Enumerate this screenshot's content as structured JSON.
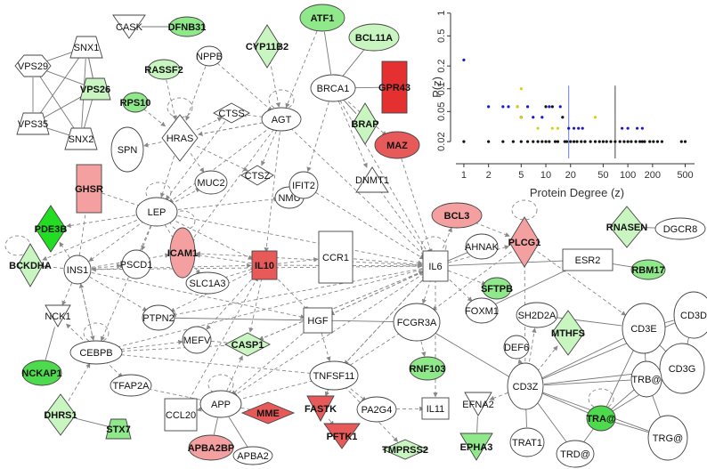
{
  "colors": {
    "node_white": "#ffffff",
    "node_light_green": "#c8f5c0",
    "node_mid_green": "#8fe88a",
    "node_green": "#4ddb4d",
    "node_strong_green": "#22dd22",
    "node_light_red": "#f4a0a0",
    "node_red": "#e85a5a",
    "node_strong_red": "#e43030",
    "edge": "#888888",
    "edge_solid": "#777777",
    "scatter_blue": "#1a1acc",
    "scatter_black": "#111111",
    "scatter_yellow": "#d8d010",
    "vline_blue": "#6a7ae8",
    "vline_black": "#444444"
  },
  "nodes": [
    {
      "id": "CASK",
      "label": "CASK",
      "shape": "tri_down",
      "color": "white",
      "bold": false
    },
    {
      "id": "DFNB31",
      "label": "DFNB31",
      "shape": "ellipse",
      "color": "mid_green",
      "bold": true
    },
    {
      "id": "SNX1",
      "label": "SNX1",
      "shape": "trapezoid",
      "color": "white",
      "bold": false
    },
    {
      "id": "VPS29",
      "label": "VPS29",
      "shape": "hexagon",
      "color": "white",
      "bold": false
    },
    {
      "id": "VPS26",
      "label": "VPS26",
      "shape": "trapezoid",
      "color": "light_green",
      "bold": true
    },
    {
      "id": "VPS35",
      "label": "VPS35",
      "shape": "trapezoid",
      "color": "white",
      "bold": false
    },
    {
      "id": "SNX2",
      "label": "SNX2",
      "shape": "trapezoid",
      "color": "white",
      "bold": false
    },
    {
      "id": "RASSF2",
      "label": "RASSF2",
      "shape": "ellipse",
      "color": "light_green",
      "bold": true
    },
    {
      "id": "RPS10",
      "label": "RPS10",
      "shape": "ellipse",
      "color": "mid_green",
      "bold": true
    },
    {
      "id": "NPPB",
      "label": "NPPB",
      "shape": "ellipse",
      "color": "white",
      "bold": false
    },
    {
      "id": "CYP11B2",
      "label": "CYP11B2",
      "shape": "diamond",
      "color": "light_green",
      "bold": true
    },
    {
      "id": "ATF1",
      "label": "ATF1",
      "shape": "ellipse",
      "color": "mid_green",
      "bold": true
    },
    {
      "id": "BCL11A",
      "label": "BCL11A",
      "shape": "ellipse",
      "color": "light_green",
      "bold": true
    },
    {
      "id": "GPR43",
      "label": "GPR43",
      "shape": "rect",
      "color": "strong_red",
      "bold": true
    },
    {
      "id": "BRCA1",
      "label": "BRCA1",
      "shape": "ellipse",
      "color": "white",
      "bold": false
    },
    {
      "id": "CTSS",
      "label": "CTSS",
      "shape": "diamond",
      "color": "white",
      "bold": false
    },
    {
      "id": "AGT",
      "label": "AGT",
      "shape": "ellipse",
      "color": "white",
      "bold": false
    },
    {
      "id": "BRAP",
      "label": "BRAP",
      "shape": "diamond",
      "color": "light_green",
      "bold": true
    },
    {
      "id": "MAZ",
      "label": "MAZ",
      "shape": "ellipse",
      "color": "red",
      "bold": true
    },
    {
      "id": "HRAS",
      "label": "HRAS",
      "shape": "diamond",
      "color": "white",
      "bold": false
    },
    {
      "id": "SPN",
      "label": "SPN",
      "shape": "ellipse",
      "color": "white",
      "bold": false
    },
    {
      "id": "GHSR",
      "label": "GHSR",
      "shape": "rect",
      "color": "light_red",
      "bold": true
    },
    {
      "id": "MUC2",
      "label": "MUC2",
      "shape": "ellipse",
      "color": "white",
      "bold": false
    },
    {
      "id": "CTSZ",
      "label": "CTSZ",
      "shape": "diamond",
      "color": "white",
      "bold": false
    },
    {
      "id": "NMU",
      "label": "NMU",
      "shape": "ellipse",
      "color": "white",
      "bold": false
    },
    {
      "id": "IFIT2",
      "label": "IFIT2",
      "shape": "ellipse",
      "color": "white",
      "bold": false
    },
    {
      "id": "DNMT1",
      "label": "DNMT1",
      "shape": "tri_up",
      "color": "white",
      "bold": false
    },
    {
      "id": "LEP",
      "label": "LEP",
      "shape": "ellipse",
      "color": "white",
      "bold": false
    },
    {
      "id": "PDE3B",
      "label": "PDE3B",
      "shape": "diamond",
      "color": "strong_green",
      "bold": true
    },
    {
      "id": "BCL3",
      "label": "BCL3",
      "shape": "ellipse",
      "color": "light_red",
      "bold": true
    },
    {
      "id": "RNASEN",
      "label": "RNASEN",
      "shape": "diamond",
      "color": "light_green",
      "bold": true
    },
    {
      "id": "DGCR8",
      "label": "DGCR8",
      "shape": "ellipse",
      "color": "white",
      "bold": false
    },
    {
      "id": "ICAM1",
      "label": "ICAM1",
      "shape": "ellipse",
      "color": "light_red",
      "bold": true
    },
    {
      "id": "IL10",
      "label": "IL10",
      "shape": "rect",
      "color": "red",
      "bold": true
    },
    {
      "id": "CCR1",
      "label": "CCR1",
      "shape": "rect",
      "color": "white",
      "bold": false
    },
    {
      "id": "IL6",
      "label": "IL6",
      "shape": "rect",
      "color": "white",
      "bold": false
    },
    {
      "id": "AHNAK",
      "label": "AHNAK",
      "shape": "ellipse",
      "color": "white",
      "bold": false
    },
    {
      "id": "PLCG1",
      "label": "PLCG1",
      "shape": "diamond",
      "color": "light_red",
      "bold": true
    },
    {
      "id": "ESR2",
      "label": "ESR2",
      "shape": "rect",
      "color": "white",
      "bold": false
    },
    {
      "id": "RBM17",
      "label": "RBM17",
      "shape": "ellipse",
      "color": "mid_green",
      "bold": true
    },
    {
      "id": "BCKDHA",
      "label": "BCKDHA",
      "shape": "diamond",
      "color": "light_green",
      "bold": true
    },
    {
      "id": "INS1",
      "label": "INS1",
      "shape": "ellipse",
      "color": "white",
      "bold": false
    },
    {
      "id": "PSCD1",
      "label": "PSCD1",
      "shape": "ellipse",
      "color": "white",
      "bold": false
    },
    {
      "id": "SLC1A3",
      "label": "SLC1A3",
      "shape": "ellipse",
      "color": "white",
      "bold": false
    },
    {
      "id": "SFTPB",
      "label": "SFTPB",
      "shape": "ellipse",
      "color": "mid_green",
      "bold": true
    },
    {
      "id": "NCK1",
      "label": "NCK1",
      "shape": "tri_down",
      "color": "white",
      "bold": false
    },
    {
      "id": "PTPN2",
      "label": "PTPN2",
      "shape": "ellipse",
      "color": "white",
      "bold": false
    },
    {
      "id": "HGF",
      "label": "HGF",
      "shape": "rect",
      "color": "white",
      "bold": false
    },
    {
      "id": "FOXM1",
      "label": "FOXM1",
      "shape": "ellipse",
      "color": "white",
      "bold": false
    },
    {
      "id": "SH2D2A",
      "label": "SH2D2A",
      "shape": "ellipse",
      "color": "white",
      "bold": false
    },
    {
      "id": "MTHFS",
      "label": "MTHFS",
      "shape": "diamond",
      "color": "light_green",
      "bold": true
    },
    {
      "id": "CD3D",
      "label": "CD3D",
      "shape": "ellipse",
      "color": "white",
      "bold": false
    },
    {
      "id": "CD3E",
      "label": "CD3E",
      "shape": "ellipse",
      "color": "white",
      "bold": false
    },
    {
      "id": "CEBPB",
      "label": "CEBPB",
      "shape": "ellipse",
      "color": "white",
      "bold": false
    },
    {
      "id": "MEFV",
      "label": "MEFV",
      "shape": "ellipse",
      "color": "white",
      "bold": false
    },
    {
      "id": "CASP1",
      "label": "CASP1",
      "shape": "diamond",
      "color": "light_green",
      "bold": true
    },
    {
      "id": "FCGR3A",
      "label": "FCGR3A",
      "shape": "ellipse",
      "color": "white",
      "bold": false
    },
    {
      "id": "DEF6",
      "label": "DEF6",
      "shape": "ellipse",
      "color": "white",
      "bold": false
    },
    {
      "id": "CD3G",
      "label": "CD3G",
      "shape": "ellipse",
      "color": "white",
      "bold": false
    },
    {
      "id": "NCKAP1",
      "label": "NCKAP1",
      "shape": "ellipse",
      "color": "green",
      "bold": true
    },
    {
      "id": "TFAP2A",
      "label": "TFAP2A",
      "shape": "ellipse",
      "color": "white",
      "bold": false
    },
    {
      "id": "TNFSF11",
      "label": "TNFSF11",
      "shape": "ellipse",
      "color": "white",
      "bold": false
    },
    {
      "id": "RNF103",
      "label": "RNF103",
      "shape": "ellipse",
      "color": "mid_green",
      "bold": true
    },
    {
      "id": "CD3Z",
      "label": "CD3Z",
      "shape": "ellipse",
      "color": "white",
      "bold": false
    },
    {
      "id": "TRB",
      "label": "TRB@",
      "shape": "ellipse",
      "color": "white",
      "bold": false
    },
    {
      "id": "DHRS1",
      "label": "DHRS1",
      "shape": "diamond",
      "color": "light_green",
      "bold": true
    },
    {
      "id": "CCL20",
      "label": "CCL20",
      "shape": "rect",
      "color": "white",
      "bold": false
    },
    {
      "id": "APP",
      "label": "APP",
      "shape": "ellipse",
      "color": "white",
      "bold": false
    },
    {
      "id": "MME",
      "label": "MME",
      "shape": "diamond",
      "color": "red",
      "bold": true
    },
    {
      "id": "FASTK",
      "label": "FASTK",
      "shape": "tri_down",
      "color": "red",
      "bold": true
    },
    {
      "id": "PA2G4",
      "label": "PA2G4",
      "shape": "ellipse",
      "color": "white",
      "bold": false
    },
    {
      "id": "IL11",
      "label": "IL11",
      "shape": "rect",
      "color": "white",
      "bold": false
    },
    {
      "id": "EFNA2",
      "label": "EFNA2",
      "shape": "tri_down",
      "color": "white",
      "bold": false
    },
    {
      "id": "TRA",
      "label": "TRA@",
      "shape": "ellipse",
      "color": "green",
      "bold": true
    },
    {
      "id": "STX7",
      "label": "STX7",
      "shape": "trapezoid",
      "color": "mid_green",
      "bold": true
    },
    {
      "id": "PFTK1",
      "label": "PFTK1",
      "shape": "tri_down",
      "color": "red",
      "bold": true
    },
    {
      "id": "APBA2BP",
      "label": "APBA2BP",
      "shape": "ellipse",
      "color": "light_red",
      "bold": true
    },
    {
      "id": "APBA2",
      "label": "APBA2",
      "shape": "ellipse",
      "color": "white",
      "bold": false
    },
    {
      "id": "TMPRSS2",
      "label": "TMPRSS2",
      "shape": "diamond",
      "color": "light_green",
      "bold": true
    },
    {
      "id": "EPHA3",
      "label": "EPHA3",
      "shape": "tri_down",
      "color": "mid_green",
      "bold": true
    },
    {
      "id": "TRAT1",
      "label": "TRAT1",
      "shape": "ellipse",
      "color": "white",
      "bold": false
    },
    {
      "id": "TRD",
      "label": "TRD@",
      "shape": "ellipse",
      "color": "white",
      "bold": false
    },
    {
      "id": "TRG",
      "label": "TRG@",
      "shape": "ellipse",
      "color": "white",
      "bold": false
    }
  ],
  "chart_data": {
    "type": "scatter",
    "xlabel": "Protein Degree (z)",
    "ylabel": "P(z)",
    "xscale": "log",
    "yscale": "log",
    "xlim": [
      0.8,
      650
    ],
    "ylim": [
      0.012,
      1.2
    ],
    "x_ticks": [
      "1",
      "2",
      "5",
      "10",
      "20",
      "50",
      "100",
      "200",
      "500"
    ],
    "y_ticks": [
      "0.02",
      "0.05",
      "0.1",
      "0.2",
      "0.5",
      "1"
    ],
    "reference_lines": [
      {
        "x": 19,
        "color": "blue"
      },
      {
        "x": 70,
        "color": "black"
      }
    ],
    "series": [
      {
        "color": "blue",
        "points": [
          [
            1,
            0.24
          ],
          [
            2,
            0.058
          ],
          [
            3,
            0.058
          ],
          [
            3.5,
            0.058
          ],
          [
            4.5,
            0.058
          ],
          [
            6,
            0.058
          ],
          [
            7,
            0.042
          ],
          [
            9,
            0.042
          ],
          [
            11,
            0.058
          ],
          [
            15,
            0.058
          ],
          [
            19,
            0.03
          ],
          [
            22,
            0.03
          ],
          [
            25,
            0.03
          ],
          [
            28,
            0.03
          ],
          [
            30,
            0.02
          ],
          [
            85,
            0.03
          ],
          [
            100,
            0.03
          ],
          [
            130,
            0.03
          ],
          [
            150,
            0.03
          ]
        ]
      },
      {
        "color": "black",
        "points": [
          [
            1,
            0.02
          ],
          [
            2,
            0.02
          ],
          [
            3,
            0.02
          ],
          [
            4,
            0.02
          ],
          [
            5,
            0.02
          ],
          [
            5,
            0.042
          ],
          [
            6,
            0.02
          ],
          [
            7,
            0.02
          ],
          [
            8,
            0.02
          ],
          [
            9,
            0.02
          ],
          [
            10,
            0.02
          ],
          [
            10,
            0.058
          ],
          [
            11,
            0.02
          ],
          [
            12,
            0.058
          ],
          [
            13,
            0.02
          ],
          [
            14,
            0.02
          ],
          [
            16,
            0.042
          ],
          [
            17,
            0.02
          ],
          [
            18,
            0.02
          ],
          [
            20,
            0.02
          ],
          [
            22,
            0.02
          ],
          [
            24,
            0.02
          ],
          [
            27,
            0.02
          ],
          [
            30,
            0.02
          ],
          [
            35,
            0.02
          ],
          [
            40,
            0.02
          ],
          [
            45,
            0.02
          ],
          [
            50,
            0.02
          ],
          [
            55,
            0.02
          ],
          [
            62,
            0.02
          ],
          [
            70,
            0.02
          ],
          [
            80,
            0.02
          ],
          [
            90,
            0.02
          ],
          [
            100,
            0.02
          ],
          [
            110,
            0.02
          ],
          [
            125,
            0.02
          ],
          [
            140,
            0.02
          ],
          [
            150,
            0.02
          ],
          [
            160,
            0.02
          ],
          [
            185,
            0.02
          ],
          [
            205,
            0.02
          ],
          [
            230,
            0.02
          ],
          [
            260,
            0.02
          ],
          [
            450,
            0.02
          ],
          [
            500,
            0.02
          ]
        ]
      },
      {
        "color": "yellow",
        "points": [
          [
            5,
            0.1
          ],
          [
            4.5,
            0.058
          ],
          [
            5,
            0.042
          ],
          [
            8,
            0.03
          ],
          [
            12,
            0.03
          ],
          [
            14,
            0.03
          ],
          [
            40,
            0.042
          ]
        ]
      }
    ]
  }
}
